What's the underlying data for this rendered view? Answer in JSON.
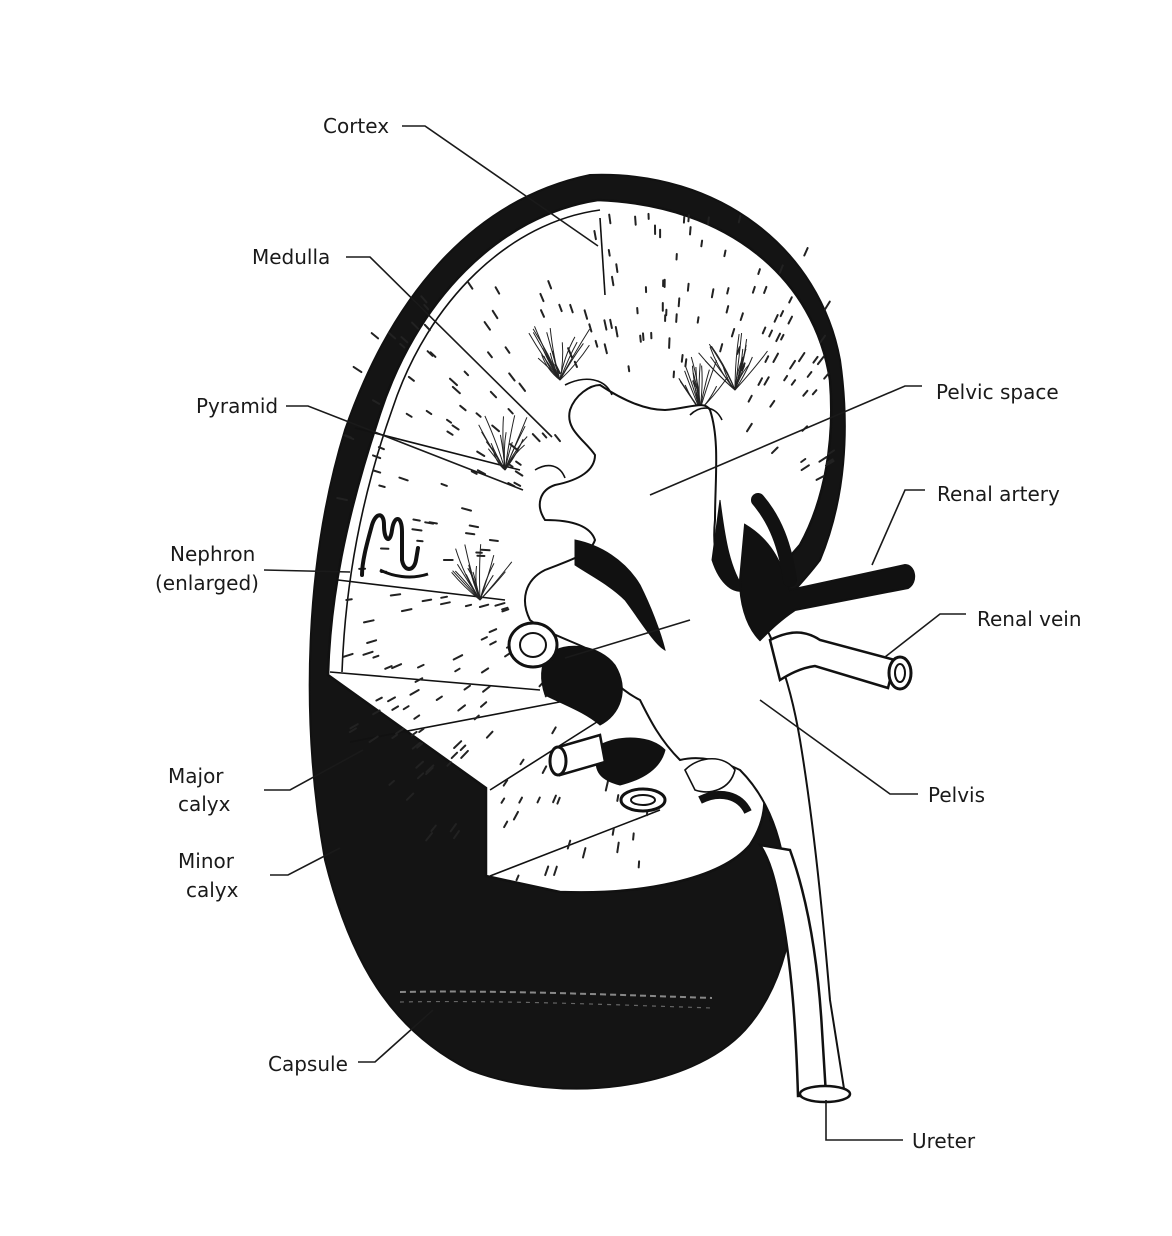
{
  "labels": {
    "cortex": "Cortex",
    "medulla": "Medulla",
    "pyramid": "Pyramid",
    "nephron_line1": "Nephron",
    "nephron_line2": "(enlarged)",
    "major_calyx_line1": "Major",
    "major_calyx_line2": "calyx",
    "minor_calyx_line1": "Minor",
    "minor_calyx_line2": "calyx",
    "capsule": "Capsule",
    "pelvic_space": "Pelvic space",
    "renal_artery": "Renal artery",
    "renal_vein": "Renal vein",
    "pelvis": "Pelvis",
    "ureter": "Ureter"
  }
}
